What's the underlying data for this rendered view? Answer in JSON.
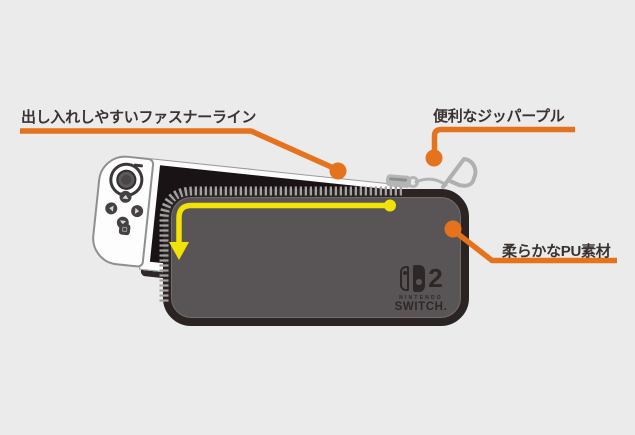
{
  "diagram": {
    "background": "#ebebec",
    "annotations": {
      "zipper_line": {
        "label": "出し入れしやすいファスナーライン"
      },
      "zipper_pull": {
        "label": "便利なジッパープル"
      },
      "material": {
        "label": "柔らかなPU素材"
      }
    },
    "case_logo": {
      "number": "2",
      "brand_top": "NINTENDO",
      "brand_bottom": "SWITCH."
    },
    "colors": {
      "accent_orange": "#e5731d",
      "route_yellow": "#f2e205",
      "case_gray": "#595557",
      "case_border": "#2b2423",
      "label_text": "#3a3230"
    }
  }
}
